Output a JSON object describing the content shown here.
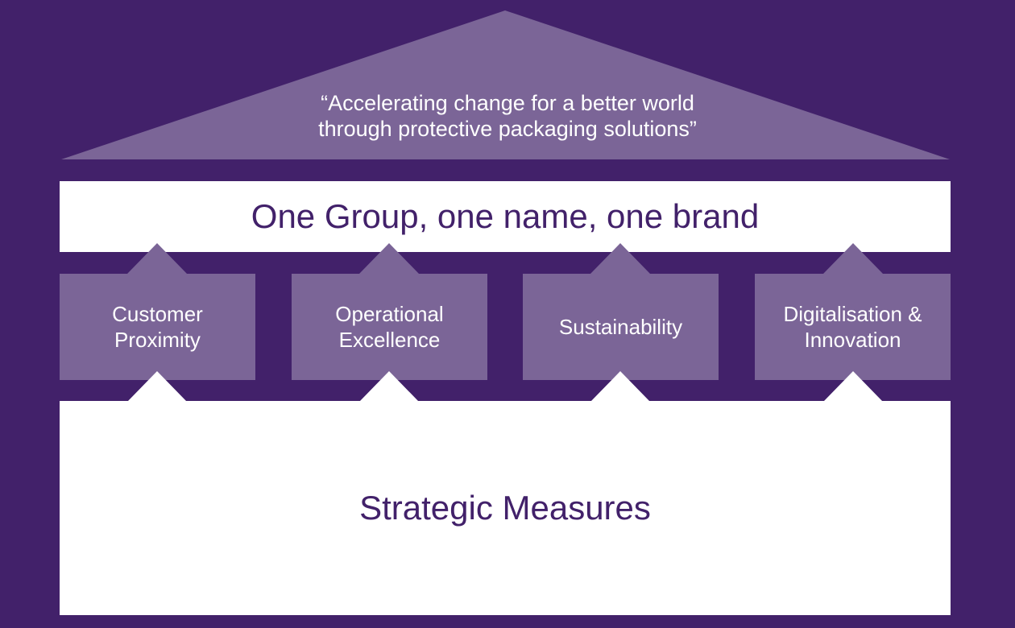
{
  "roof": {
    "mission": "“Accelerating change for a better world\nthrough protective packaging solutions”"
  },
  "banner": {
    "title": "One Group, one name, one brand"
  },
  "pillars": [
    {
      "label": "Customer\nProximity"
    },
    {
      "label": "Operational\nExcellence"
    },
    {
      "label": "Sustainability"
    },
    {
      "label": "Digitalisation &\nInnovation"
    }
  ],
  "foundation": {
    "title": "Strategic Measures"
  },
  "colors": {
    "background": "#42216a",
    "roof": "#7b6597",
    "pillar": "#7b6597",
    "panel": "#ffffff",
    "text_dark": "#42216a",
    "text_light": "#ffffff"
  }
}
